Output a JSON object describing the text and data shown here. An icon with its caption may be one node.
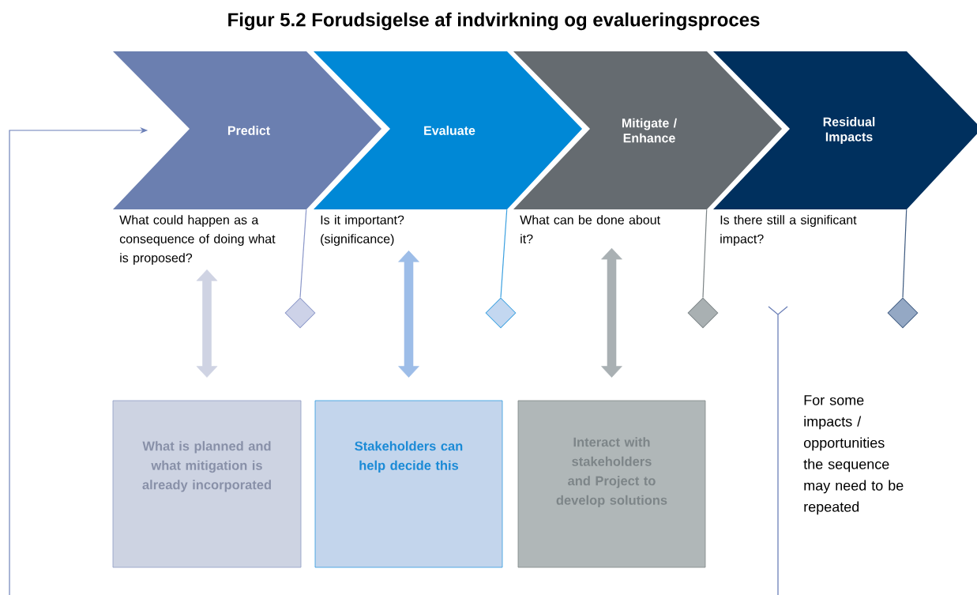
{
  "diagram": {
    "title": "Figur 5.2 Forudsigelse af indvirkning og evalueringsproces",
    "nodes": [
      {
        "text": [
          "Predict"
        ]
      },
      {
        "text": [
          "Evaluate"
        ]
      },
      {
        "text": [
          "Mitigate / Enhance"
        ]
      },
      {
        "text": [
          "Residual Impacts"
        ]
      },
      {
        "text": [
          "What could happen as a consequence of doing what is proposed?"
        ]
      },
      {
        "text": [
          "Is it important? (significance)"
        ]
      },
      {
        "text": [
          "What can be done about it?"
        ]
      },
      {
        "text": [
          "Is there still a significant impact?"
        ]
      },
      {
        "text": [],
        "shape": "diamond"
      },
      {
        "text": [],
        "shape": "diamond"
      },
      {
        "text": [],
        "shape": "diamond"
      },
      {
        "text": [],
        "shape": "diamond"
      },
      {
        "text": [
          "What is planned and what mitigation is already incorporated"
        ]
      },
      {
        "text": [
          "Stakeholders can help decide this"
        ]
      },
      {
        "text": [
          "Interact with stakeholders and Project to develop solutions"
        ]
      }
    ],
    "edges": [
      {
        "from": null,
        "to": 0,
        "arrow": "to",
        "color": "#6b7fb7"
      },
      {
        "from": 0,
        "to": 8,
        "arrow": "none",
        "color": "#8a96c8"
      },
      {
        "from": 1,
        "to": 9,
        "arrow": "none",
        "color": "#3ba0e0"
      },
      {
        "from": 2,
        "to": 10,
        "arrow": "none",
        "color": "#7b8385"
      },
      {
        "from": 3,
        "to": 11,
        "arrow": "none",
        "color": "#3e5a80"
      },
      {
        "from": 4,
        "to": 12,
        "arrow": "both",
        "style": "thick",
        "color": "#cfd3e3"
      },
      {
        "from": 5,
        "to": 13,
        "arrow": "both",
        "style": "thick",
        "color": "#9dbde8"
      },
      {
        "from": 6,
        "to": 14,
        "arrow": "both",
        "style": "thick",
        "color": "#a9b0b3"
      }
    ],
    "labels": [
      "For some impacts / opportunities the sequence may need to be repeated"
    ]
  }
}
